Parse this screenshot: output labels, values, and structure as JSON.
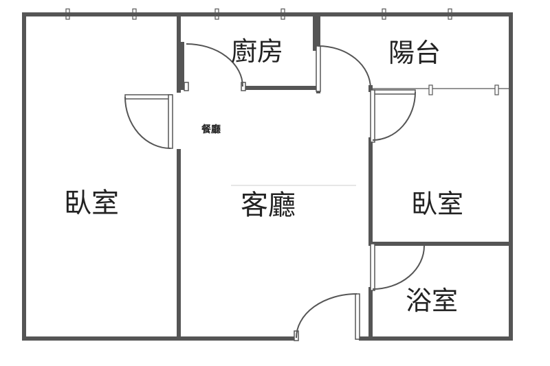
{
  "floorplan": {
    "rooms": {
      "kitchen": "廚房",
      "balcony": "陽台",
      "dining": "餐廳",
      "master_bedroom": "臥室",
      "living_room": "客廳",
      "bedroom_2": "臥室",
      "bathroom": "浴室"
    },
    "colors": {
      "wall": "#555555",
      "text": "#222222",
      "background": "#ffffff"
    }
  }
}
